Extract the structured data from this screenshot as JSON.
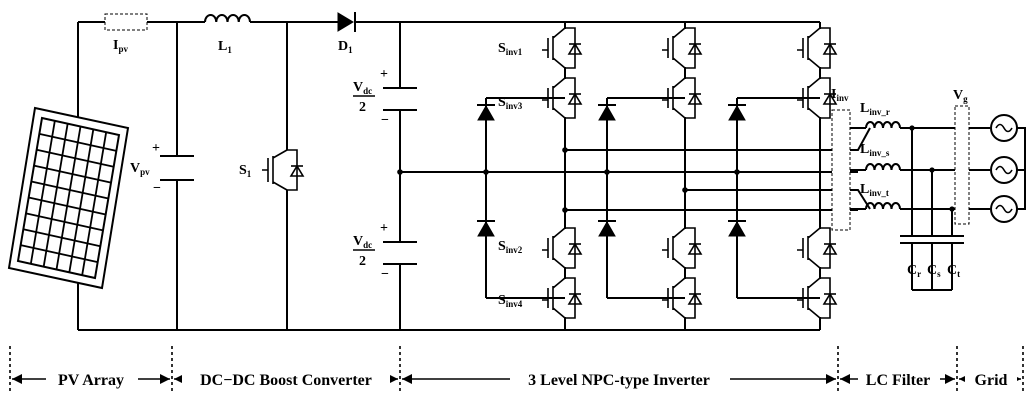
{
  "labels": {
    "ipv": "I",
    "ipv_sub": "pv",
    "l1": "L",
    "l1_sub": "1",
    "d1": "D",
    "d1_sub": "1",
    "vpv": "V",
    "vpv_sub": "pv",
    "s1": "S",
    "s1_sub": "1",
    "vdc": "V",
    "vdc_sub": "dc",
    "two": "2",
    "sinv1": "S",
    "sinv1_sub": "inv1",
    "sinv3": "S",
    "sinv3_sub": "inv3",
    "sinv2": "S",
    "sinv2_sub": "inv2",
    "sinv4": "S",
    "sinv4_sub": "inv4",
    "iinv": "I",
    "iinv_sub": "inv",
    "linv_r": "L",
    "linv_r_sub": "inv_r",
    "linv_s": "L",
    "linv_s_sub": "inv_s",
    "linv_t": "L",
    "linv_t_sub": "inv_t",
    "vg": "V",
    "vg_sub": "g",
    "cr": "C",
    "cr_sub": "r",
    "cs": "C",
    "cs_sub": "s",
    "ct": "C",
    "ct_sub": "t",
    "plus": "+",
    "minus": "−"
  },
  "sections": [
    {
      "label": "PV Array"
    },
    {
      "label": "DC−DC Boost Converter"
    },
    {
      "label": "3 Level NPC-type Inverter"
    },
    {
      "label": "LC Filter"
    },
    {
      "label": "Grid"
    }
  ]
}
